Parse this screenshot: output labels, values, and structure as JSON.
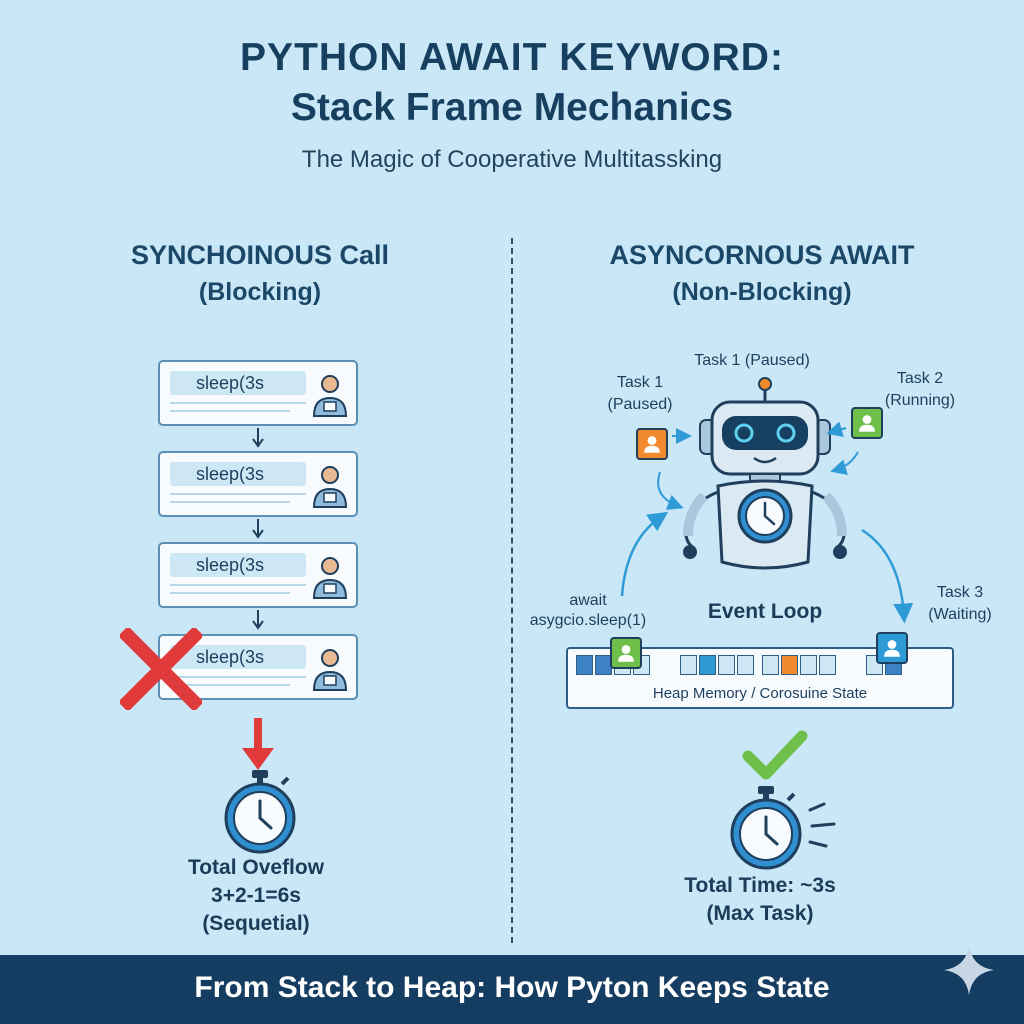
{
  "header": {
    "title_line1": "PYTHON AWAIT KEYWORD:",
    "title_line2": "Stack Frame Mechanics",
    "subtitle": "The Magic of Cooperative Multitassking"
  },
  "sync": {
    "heading": "SYNCHOINOUS Call",
    "subheading": "(Blocking)",
    "frames": [
      "sleep(3s",
      "sleep(3s",
      "sleep(3s",
      "sleep(3s"
    ],
    "result_line1": "Total Oveflow",
    "result_line2": "3+2-1=6s",
    "result_line3": "(Sequetial)"
  },
  "async": {
    "heading": "ASYNCORNOUS AWAIT",
    "subheading": "(Non-Blocking)",
    "task_top": "Task 1 (Paused)",
    "task1_line1": "Task 1",
    "task1_line2": "(Paused)",
    "task2_line1": "Task 2",
    "task2_line2": "(Running)",
    "task3_line1": "Task 3",
    "task3_line2": "(Waiting)",
    "await_line1": "await",
    "await_line2": "asygcio.sleep(1)",
    "event_loop": "Event Loop",
    "heap_label": "Heap Memory / Corosuine State",
    "result_line1": "Total Time: ~3s",
    "result_line2": "(Max Task)"
  },
  "footer": {
    "text": "From Stack to Heap: How Pyton Keeps State"
  },
  "colors": {
    "background": "#c9e7f7",
    "navy": "#153d61",
    "error_red": "#e03a3a",
    "success_green": "#6fc04a",
    "orange": "#f08a2c",
    "task_blue": "#2f9bd6"
  }
}
